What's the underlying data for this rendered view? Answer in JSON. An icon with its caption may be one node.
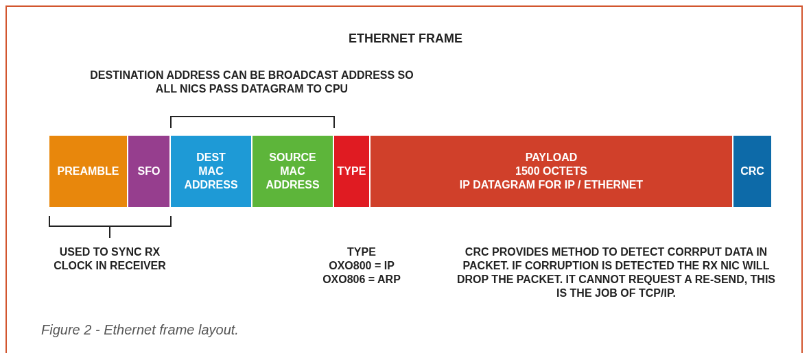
{
  "diagram": {
    "title": "ETHERNET FRAME",
    "caption": "Figure 2 - Ethernet frame layout.",
    "nodes": [
      {
        "text": [
          "PREAMBLE"
        ]
      },
      {
        "text": [
          "SFO"
        ]
      },
      {
        "text": [
          "DEST MAC ADDRESS"
        ]
      },
      {
        "text": [
          "SOURCE MAC ADDRESS"
        ]
      },
      {
        "text": [
          "TYPE"
        ]
      },
      {
        "text": [
          "PAYLOAD",
          "1500 OCTETS",
          "IP DATAGRAM FOR IP / ETHERNET"
        ]
      },
      {
        "text": [
          "CRC"
        ]
      }
    ],
    "edges": [],
    "labels": [
      "DESTINATION ADDRESS CAN BE BROADCAST ADDRESS SO ALL NICS PASS DATAGRAM TO CPU",
      "USED TO SYNC RX CLOCK IN RECEIVER",
      "TYPE",
      "OXO800 = IP",
      "OXO806 = ARP",
      "CRC PROVIDES METHOD TO DETECT CORRPUT DATA IN PACKET.  IF CORRUPTION IS DETECTED THE RX NIC WILL DROP THE PACKET.  IT CANNOT REQUEST A RE-SEND, THIS IS THE JOB OF TCP/IP."
    ]
  }
}
